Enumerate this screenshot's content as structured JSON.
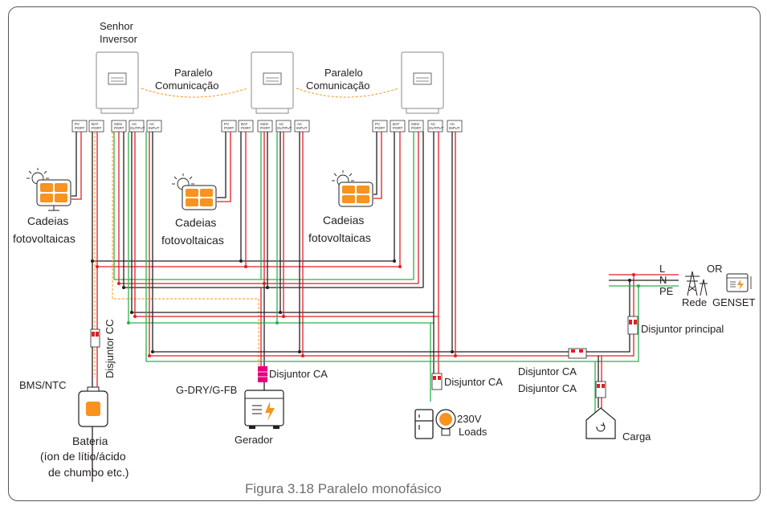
{
  "labels": {
    "master_inverter": [
      "Senhor",
      "Inversor"
    ],
    "parallel_comm": [
      "Paralelo",
      "Comunicação"
    ],
    "pv_strings": [
      "Cadeias",
      "fotovoltaicas"
    ],
    "dc_breaker": "Disjuntor CC",
    "bms_ntc": "BMS/NTC",
    "battery": [
      "Bateria",
      "(íon de lítio/ácido",
      "de chumbo etc.)"
    ],
    "gdry": "G-DRY/G-FB",
    "ac_breaker": "Disjuntor CA",
    "generator": "Gerador",
    "loads": [
      "230V",
      "Loads"
    ],
    "load": "Carga",
    "main_breaker": "Disjuntor principal",
    "L": "L",
    "N": "N",
    "PE": "PE",
    "or": "OR",
    "grid": "Rede",
    "genset": "GENSET"
  },
  "ports": [
    [
      "PV",
      "PORT"
    ],
    [
      "BAT",
      "PORT"
    ],
    [
      "GEN",
      "PORT"
    ],
    [
      "AC",
      "OUTPUT"
    ],
    [
      "AC",
      "INPUT"
    ]
  ],
  "caption": "Figura 3.18 Paralelo monofásico",
  "colors": {
    "line": "#e31e24",
    "neutral": "#231f20",
    "earth": "#2bb24c",
    "pv_panel": "#f7931e",
    "comm": "#f7931e",
    "breaker": "#e6007e"
  }
}
